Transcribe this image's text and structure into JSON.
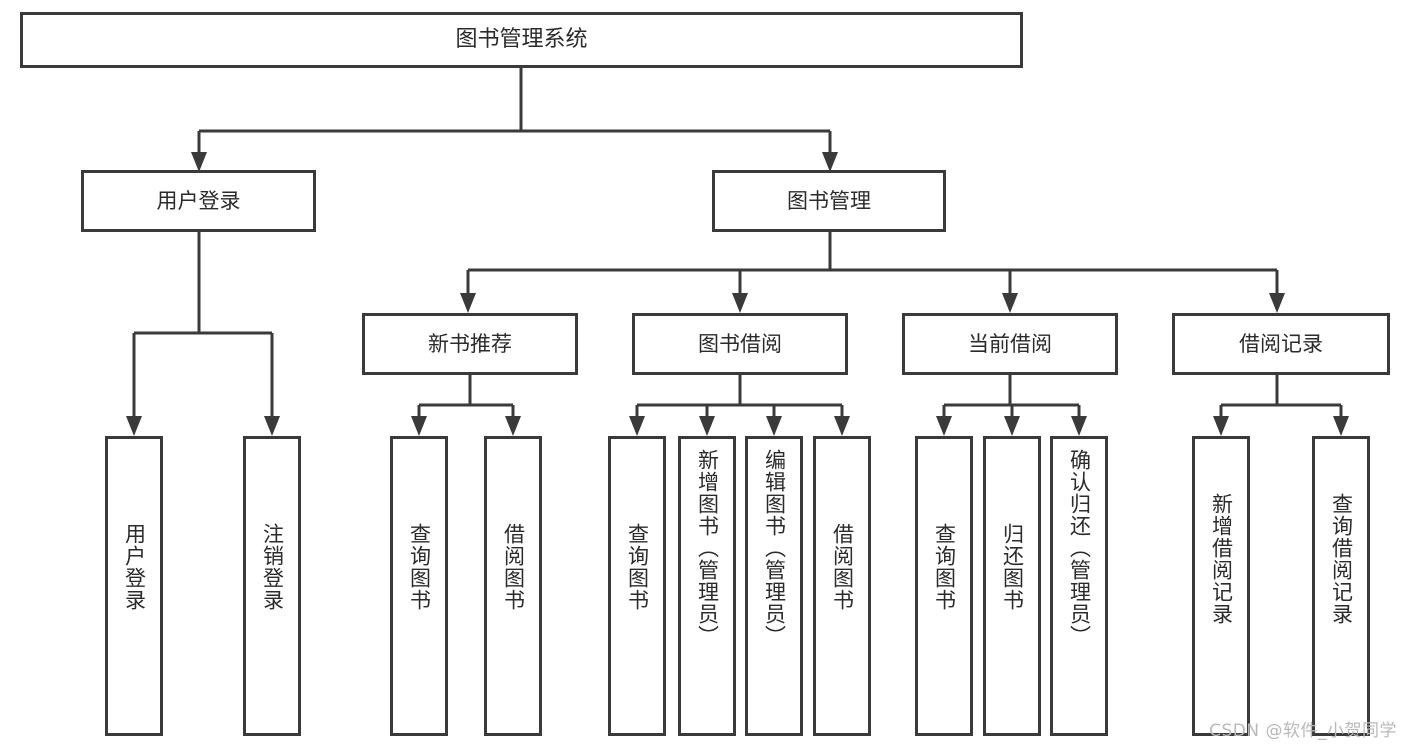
{
  "diagram": {
    "title": "图书管理系统",
    "type": "tree",
    "watermark": "CSDN @软件_小贺同学",
    "colors": {
      "stroke": "#3a3a3a",
      "text": "#2b2b2b",
      "background": "#ffffff",
      "watermark": "#b9b9b9"
    },
    "root": {
      "label": "图书管理系统"
    },
    "level2": [
      {
        "label": "用户登录"
      },
      {
        "label": "图书管理"
      }
    ],
    "level3": [
      {
        "label": "新书推荐"
      },
      {
        "label": "图书借阅"
      },
      {
        "label": "当前借阅"
      },
      {
        "label": "借阅记录"
      }
    ],
    "leaves": {
      "user_login": [
        {
          "label": "用户登录"
        },
        {
          "label": "注销登录"
        }
      ],
      "new_book_recommend": [
        {
          "label": "查询图书"
        },
        {
          "label": "借阅图书"
        }
      ],
      "book_borrow": [
        {
          "label": "查询图书"
        },
        {
          "label": "新增图书（管理员）"
        },
        {
          "label": "编辑图书（管理员）"
        },
        {
          "label": "借阅图书"
        }
      ],
      "current_borrow": [
        {
          "label": "查询图书"
        },
        {
          "label": "归还图书"
        },
        {
          "label": "确认归还（管理员）"
        }
      ],
      "borrow_record": [
        {
          "label": "新增借阅记录"
        },
        {
          "label": "查询借阅记录"
        }
      ]
    }
  }
}
